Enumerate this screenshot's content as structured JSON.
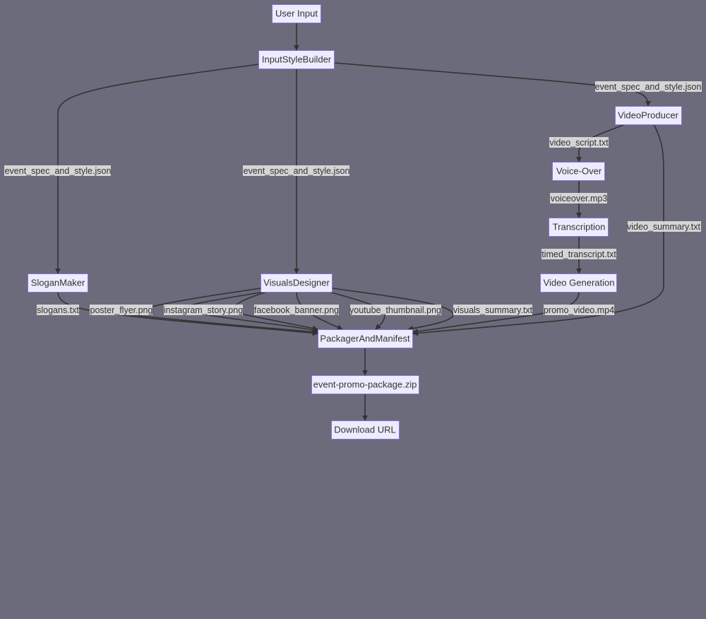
{
  "nodes": {
    "user_input": "User Input",
    "input_style_builder": "InputStyleBuilder",
    "video_producer": "VideoProducer",
    "voice_over": "Voice-Over",
    "transcription": "Transcription",
    "video_generation": "Video Generation",
    "slogan_maker": "SloganMaker",
    "visuals_designer": "VisualsDesigner",
    "packager": "PackagerAndManifest",
    "zip": "event-promo-package.zip",
    "download": "Download URL"
  },
  "edge_labels": {
    "spec_left": "event_spec_and_style.json",
    "spec_mid": "event_spec_and_style.json",
    "spec_right": "event_spec_and_style.json",
    "video_script": "video_script.txt",
    "voiceover": "voiceover.mp3",
    "video_summary": "video_summary.txt",
    "timed_transcript": "timed_transcript.txt",
    "slogans": "slogans.txt",
    "poster": "poster_flyer.png",
    "instagram": "instagram_story.png",
    "facebook": "facebook_banner.png",
    "youtube": "youtube_thumbnail.png",
    "visuals_summary": "visuals_summary.txt",
    "promo_video": "promo_video.mp4"
  }
}
